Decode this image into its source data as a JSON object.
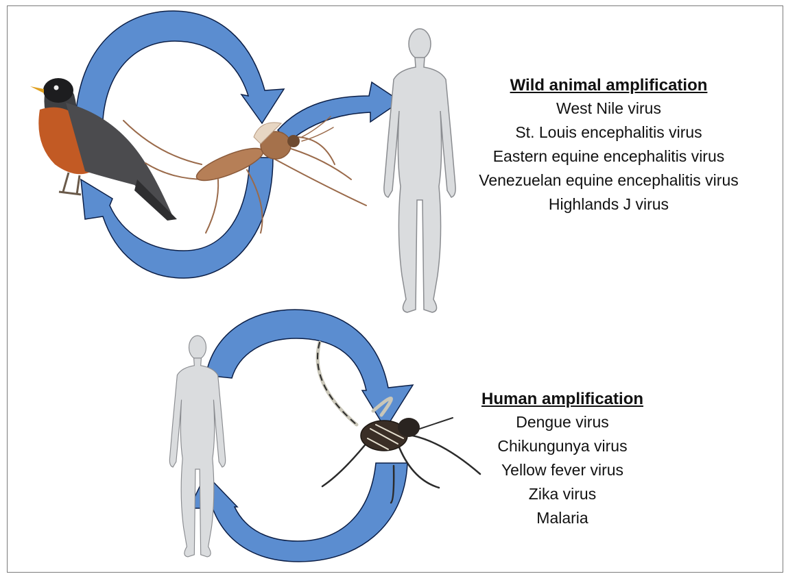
{
  "colors": {
    "arrow_fill": "#5b8dd0",
    "arrow_stroke": "#0b1e46",
    "human_fill": "#dadcde",
    "human_stroke": "#8a8c90"
  },
  "wild_animal_cycle": {
    "heading": "Wild animal amplification",
    "viruses": [
      "West Nile virus",
      "St. Louis encephalitis virus",
      "Eastern equine encephalitis virus",
      "Venezuelan equine encephalitis virus",
      "Highlands J virus"
    ]
  },
  "human_cycle": {
    "heading": "Human amplification",
    "diseases": [
      "Dengue virus",
      "Chikungunya virus",
      "Yellow fever virus",
      "Zika virus",
      "Malaria"
    ]
  }
}
